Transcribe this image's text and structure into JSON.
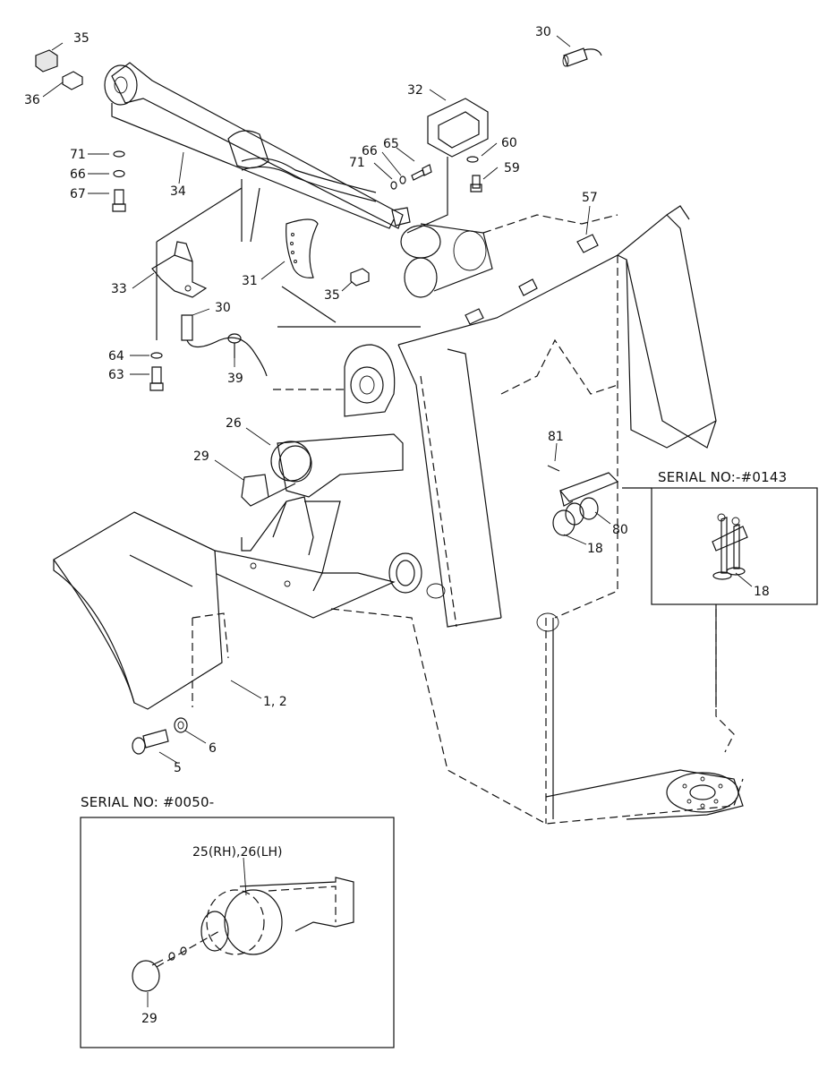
{
  "callouts": {
    "c30a": "30",
    "c32": "32",
    "c35a": "35",
    "c36": "36",
    "c71a": "71",
    "c66a": "66",
    "c67": "67",
    "c34": "34",
    "c71b": "71",
    "c66b": "66",
    "c65": "65",
    "c60": "60",
    "c59": "59",
    "c57": "57",
    "c33": "33",
    "c31": "31",
    "c35b": "35",
    "c30b": "30",
    "c64": "64",
    "c63": "63",
    "c39": "39",
    "c26": "26",
    "c29a": "29",
    "c81": "81",
    "c80": "80",
    "c18a": "18",
    "c18b": "18",
    "c12": "1, 2",
    "c6": "6",
    "c5": "5",
    "c2526": "25(RH),26(LH)",
    "c29b": "29"
  },
  "insets": {
    "serial_upper": "SERIAL NO:-#0143",
    "serial_lower": "SERIAL NO: #0050-"
  }
}
